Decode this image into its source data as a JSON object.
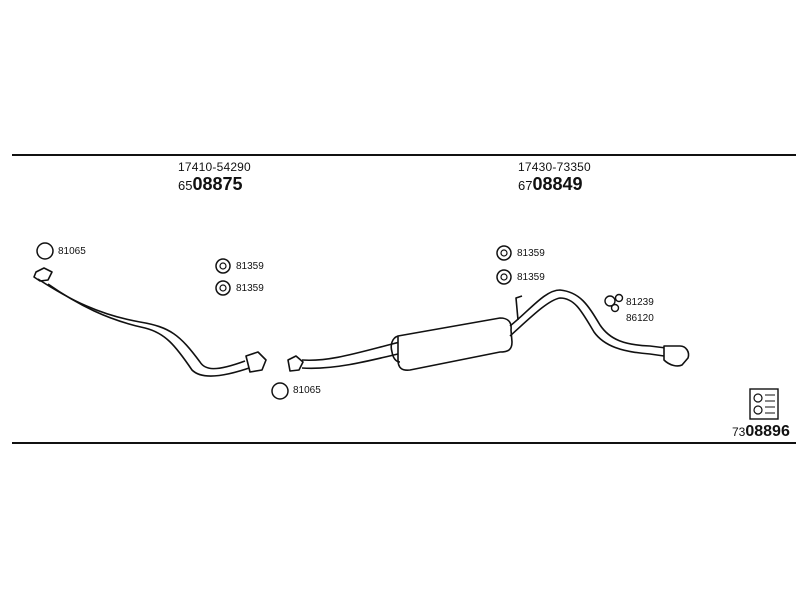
{
  "groups": [
    {
      "part_no": "17410-54290",
      "prefix": "65",
      "code": "08875"
    },
    {
      "part_no": "17430-73350",
      "prefix": "67",
      "code": "08849"
    }
  ],
  "labels": {
    "clamp_left_top": "81065",
    "clamp_left_bottom": "81065",
    "gasket_1": "81359",
    "gasket_2": "81359",
    "gasket_3": "81359",
    "gasket_4": "81359",
    "hanger_1": "81239",
    "hanger_2": "86120"
  },
  "kit": {
    "prefix": "73",
    "code": "08896"
  }
}
